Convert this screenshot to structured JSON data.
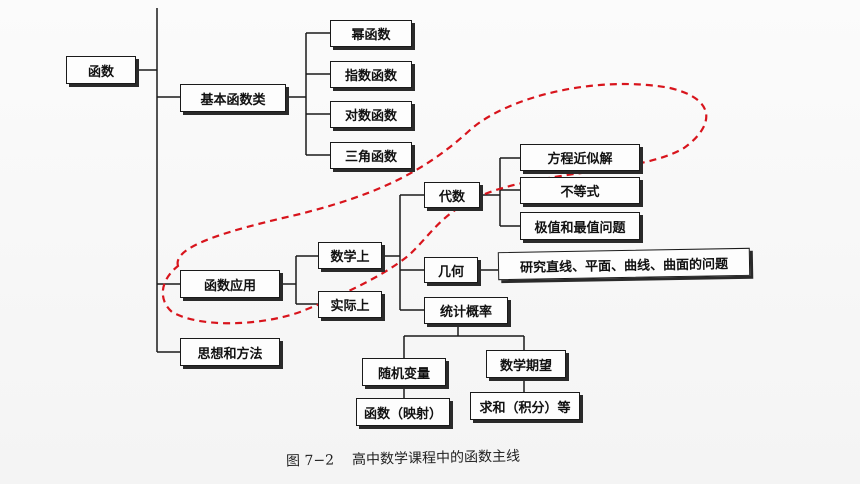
{
  "nodes": {
    "root": "函数",
    "basic": "基本函数类",
    "power": "幂函数",
    "exponential": "指数函数",
    "logarithmic": "对数函数",
    "trigonometric": "三角函数",
    "application": "函数应用",
    "mathematical": "数学上",
    "practical": "实际上",
    "algebra": "代数",
    "equation": "方程近似解",
    "inequality": "不等式",
    "extremum": "极值和最值问题",
    "geometry": "几何",
    "geometry_detail": "研究直线、平面、曲线、曲面的问题",
    "statistics": "统计概率",
    "random_variable": "随机变量",
    "expectation": "数学期望",
    "function_mapping": "函数（映射）",
    "sum_integral": "求和（积分）等",
    "ideas": "思想和方法"
  },
  "caption": {
    "number": "图 7−2",
    "title": "高中数学课程中的函数主线"
  },
  "colors": {
    "line": "#1a1a1a",
    "highlight": "#d8141c"
  }
}
